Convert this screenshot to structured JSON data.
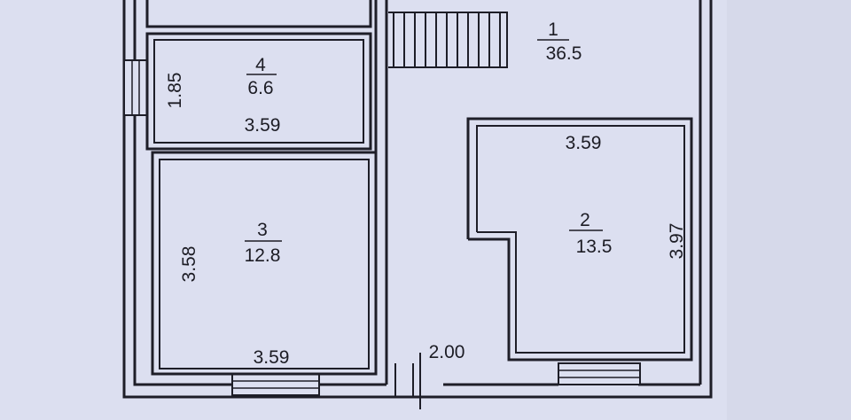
{
  "rooms": [
    {
      "number": "1",
      "area": "36.5"
    },
    {
      "number": "2",
      "area": "13.5",
      "width": "3.59",
      "height": "3.97"
    },
    {
      "number": "3",
      "area": "12.8",
      "width": "3.59",
      "height": "3.58"
    },
    {
      "number": "4",
      "area": "6.6",
      "width": "3.59",
      "height": "1.85"
    }
  ],
  "dimensions": {
    "door_opening": "2.00"
  },
  "colors": {
    "paper": "#dcdff0",
    "ink": "#1e1e28"
  }
}
